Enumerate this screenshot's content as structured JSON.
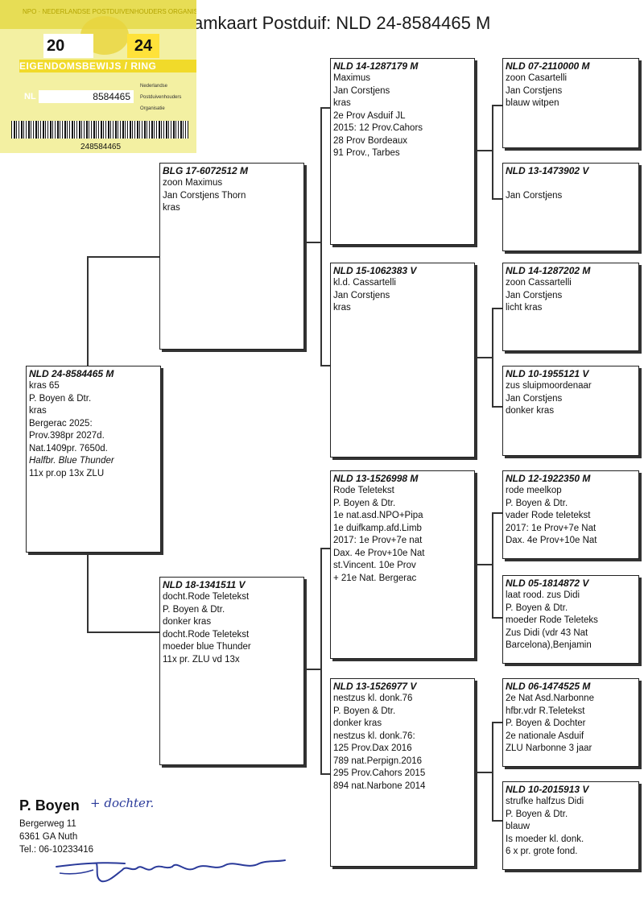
{
  "title": "amkaart Postduif: NLD 24-8584465 M",
  "ring_card": {
    "top_text": "NPO · NEDERLANDSE POSTDUIVENHOUDERS ORGANISATIE",
    "year_left": "20",
    "year_right": "24",
    "band_text": "EIGENDOMSBEWIJS / RING",
    "country": "NL",
    "ring_number": "8584465",
    "org_lines": [
      "Nederlandse",
      "Postduivenhouders",
      "Organisatie"
    ],
    "barcode_number": "248584465"
  },
  "boxes": {
    "b0": {
      "header": "NLD 24-8584465 M",
      "lines": [
        "kras 65",
        "P. Boyen & Dtr.",
        "kras",
        "Bergerac 2025:",
        "Prov.398pr 2027d.",
        "Nat.1409pr. 7650d.",
        "Halfbr. Blue Thunder",
        "11x pr.op 13x ZLU"
      ]
    },
    "b1": {
      "header": "BLG 17-6072512 M",
      "lines": [
        "zoon Maximus",
        "Jan Corstjens Thorn",
        "kras"
      ]
    },
    "b2": {
      "header": "NLD 18-1341511 V",
      "lines": [
        "docht.Rode Teletekst",
        "P. Boyen & Dtr.",
        "donker kras",
        "docht.Rode Teletekst",
        "moeder blue Thunder",
        "11x pr. ZLU vd 13x"
      ]
    },
    "b3": {
      "header": "NLD 14-1287179 M",
      "lines": [
        "Maximus",
        "Jan Corstjens",
        "kras",
        "2e Prov Asduif JL",
        "2015: 12 Prov.Cahors",
        "28 Prov Bordeaux",
        "91 Prov., Tarbes"
      ]
    },
    "b4": {
      "header": "NLD 15-1062383 V",
      "lines": [
        "kl.d. Cassartelli",
        "Jan Corstjens",
        "kras"
      ]
    },
    "b5": {
      "header": "NLD 13-1526998 M",
      "lines": [
        "Rode Teletekst",
        "P. Boyen & Dtr.",
        "1e nat.asd.NPO+Pipa",
        "1e duifkamp.afd.Limb",
        "2017: 1e Prov+7e nat",
        "Dax. 4e Prov+10e Nat",
        "st.Vincent. 10e Prov",
        "+ 21e Nat. Bergerac"
      ]
    },
    "b6": {
      "header": "NLD 13-1526977 V",
      "lines": [
        "nestzus kl. donk.76",
        "P. Boyen & Dtr.",
        "donker kras",
        "nestzus kl. donk.76:",
        "125 Prov.Dax 2016",
        "789 nat.Perpign.2016",
        "295 Prov.Cahors 2015",
        "894 nat.Narbone 2014"
      ]
    },
    "b7": {
      "header": "NLD 07-2110000 M",
      "lines": [
        "zoon Casartelli",
        "Jan Corstjens",
        "blauw witpen"
      ]
    },
    "b8": {
      "header": "NLD 13-1473902 V",
      "lines": [
        "",
        "Jan Corstjens"
      ]
    },
    "b9": {
      "header": "NLD 14-1287202 M",
      "lines": [
        "zoon Cassartelli",
        "Jan Corstjens",
        "licht kras"
      ]
    },
    "b10": {
      "header": "NLD 10-1955121 V",
      "lines": [
        "zus sluipmoordenaar",
        "Jan Corstjens",
        "donker kras"
      ]
    },
    "b11": {
      "header": "NLD 12-1922350 M",
      "lines": [
        "rode meelkop",
        "P. Boyen & Dtr.",
        "vader Rode teletekst",
        "2017: 1e Prov+7e Nat",
        "Dax. 4e Prov+10e Nat"
      ]
    },
    "b12": {
      "header": "NLD 05-1814872 V",
      "lines": [
        "laat rood. zus Didi",
        "P. Boyen & Dtr.",
        "moeder Rode Teleteks",
        "Zus Didi (vdr 43 Nat",
        "Barcelona),Benjamin"
      ]
    },
    "b13": {
      "header": "NLD 06-1474525 M",
      "lines": [
        "2e Nat Asd.Narbonne",
        "hfbr.vdr R.Teletekst",
        "P. Boyen & Dochter",
        "2e nationale Asduif",
        "ZLU Narbonne 3 jaar"
      ]
    },
    "b14": {
      "header": "NLD 10-2015913 V",
      "lines": [
        "strufke halfzus Didi",
        "P. Boyen & Dtr.",
        "blauw",
        "Is moeder kl. donk.",
        "6 x pr. grote fond."
      ]
    }
  },
  "owner": {
    "name": "P. Boyen",
    "handwritten": "+ dochter.",
    "street": "Bergerweg 11",
    "city": "6361 GA  Nuth",
    "phone": "Tel.: 06-10233416"
  }
}
